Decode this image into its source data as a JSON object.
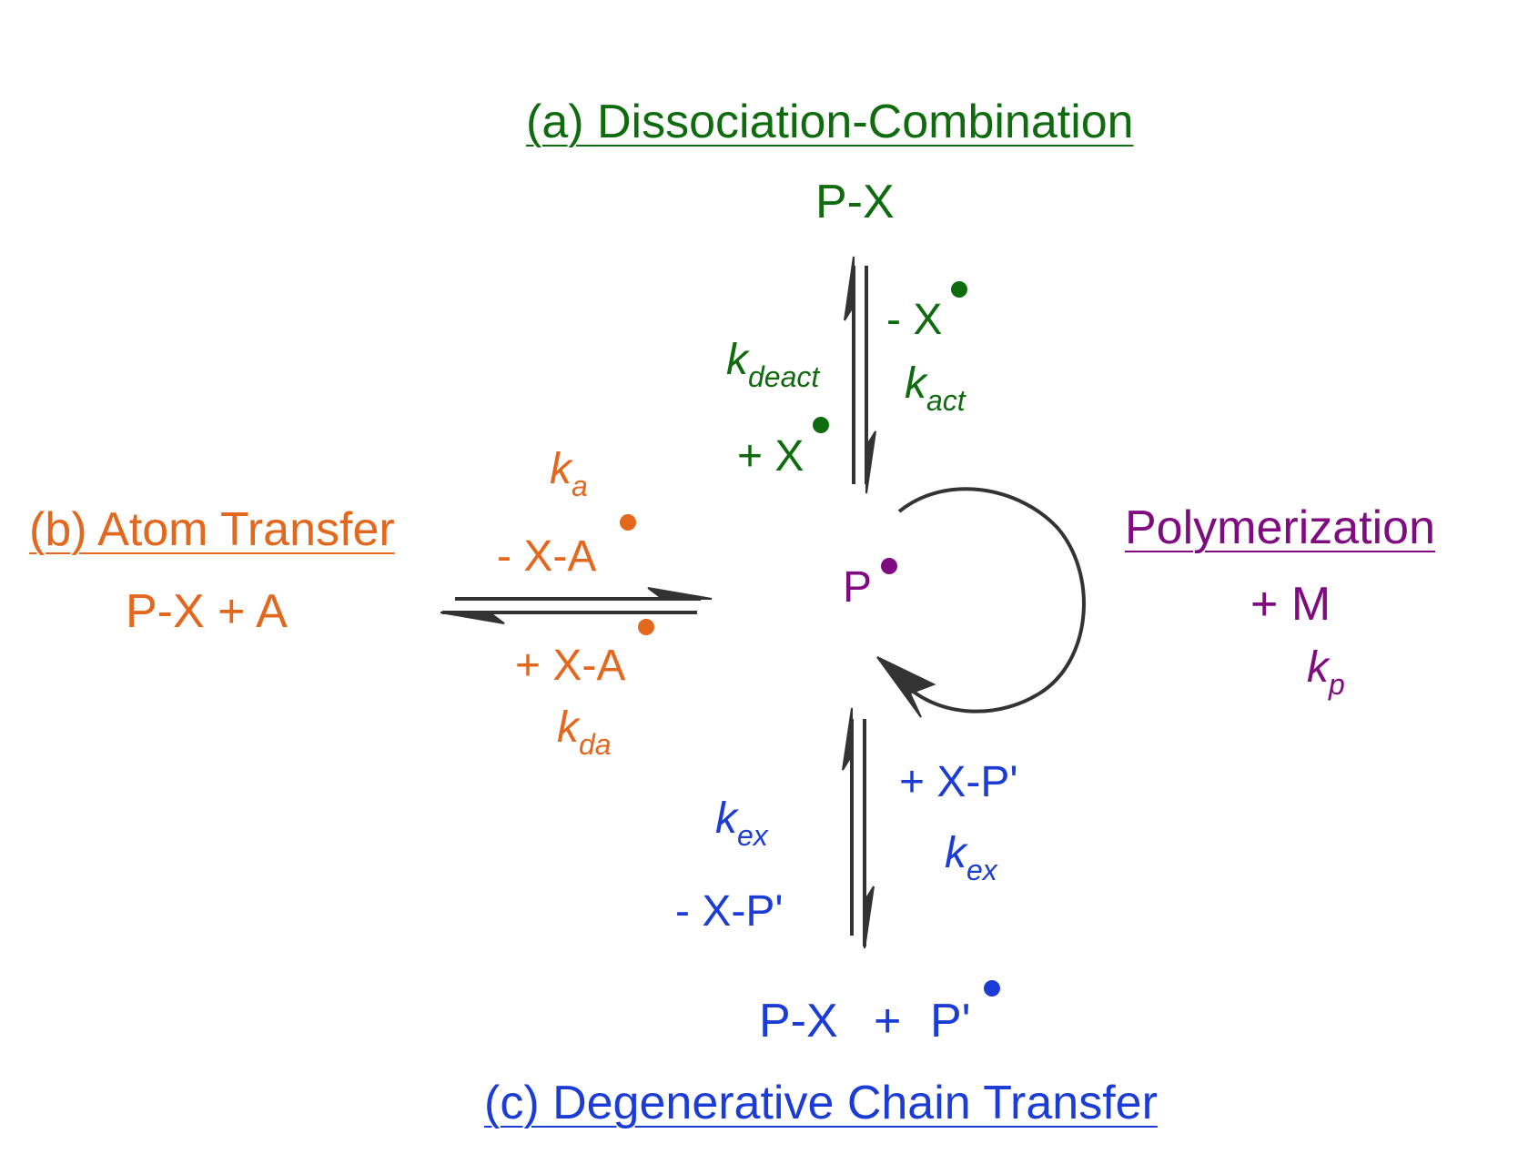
{
  "colors": {
    "dissociation": "#0e6b0e",
    "atom_transfer": "#e3671d",
    "chain_transfer": "#1c3cd6",
    "polymerization": "#800b80",
    "arrow": "#333333"
  },
  "dissociation": {
    "title": "(a) Dissociation-Combination",
    "species": "P-X",
    "forward_loss": "- X",
    "deact_reagent": "+ X",
    "k_deact_main": "k",
    "k_deact_sub": "deact",
    "k_act_main": "k",
    "k_act_sub": "act"
  },
  "atom_transfer": {
    "title": "(b) Atom Transfer",
    "species": "P-X + A",
    "ka_main": "k",
    "ka_sub": "a",
    "forward_loss": "- X-A",
    "reverse_gain": "+ X-A",
    "kda_main": "k",
    "kda_sub": "da"
  },
  "center": {
    "radical": "P"
  },
  "polymerization": {
    "title": "Polymerization",
    "monomer": "+ M",
    "kp_main": "k",
    "kp_sub": "p"
  },
  "chain_transfer": {
    "title": "(c) Degenerative Chain Transfer",
    "species_a": "P-X",
    "plus": "+",
    "species_b": "P'",
    "reagent_in": "+ X-P'",
    "reagent_out": "- X-P'",
    "kex_left_main": "k",
    "kex_left_sub": "ex",
    "kex_right_main": "k",
    "kex_right_sub": "ex"
  }
}
